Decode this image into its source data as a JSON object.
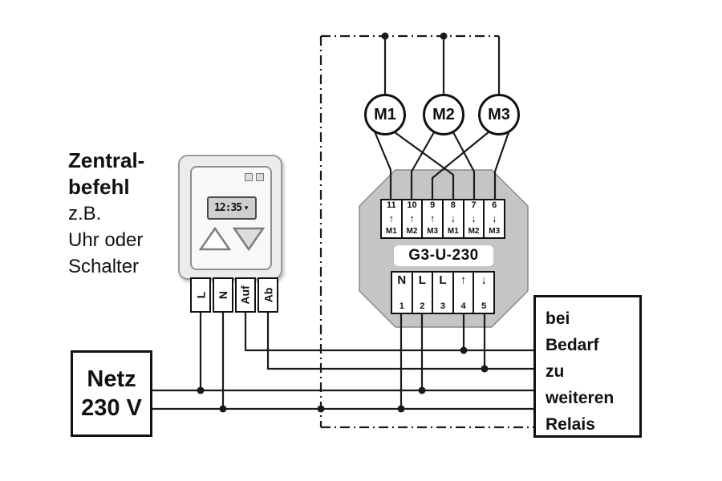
{
  "central": {
    "lines": [
      "Zentral-",
      "befehl",
      "z.B.",
      "Uhr oder",
      "Schalter"
    ]
  },
  "timer": {
    "display": "12:35",
    "indicator": "▼",
    "terminals": [
      "L",
      "N",
      "Auf",
      "Ab"
    ]
  },
  "power": {
    "lines": [
      "Netz",
      "230 V"
    ]
  },
  "motors": [
    "M1",
    "M2",
    "M3"
  ],
  "relay": {
    "model": "G3-U-230",
    "top_terminals": [
      {
        "number": "11",
        "arrow": "↑",
        "motor": "M1"
      },
      {
        "number": "10",
        "arrow": "↑",
        "motor": "M2"
      },
      {
        "number": "9",
        "arrow": "↑",
        "motor": "M3"
      },
      {
        "number": "8",
        "arrow": "↓",
        "motor": "M1"
      },
      {
        "number": "7",
        "arrow": "↓",
        "motor": "M2"
      },
      {
        "number": "6",
        "arrow": "↓",
        "motor": "M3"
      }
    ],
    "bottom_terminals": [
      {
        "label": "N",
        "number": "1"
      },
      {
        "label": "L",
        "number": "2"
      },
      {
        "label": "L",
        "number": "3"
      },
      {
        "label": "↑",
        "number": "4"
      },
      {
        "label": "↓",
        "number": "5"
      }
    ]
  },
  "note": {
    "lines": [
      "bei",
      "Bedarf",
      "zu",
      "weiteren",
      "Relais"
    ]
  },
  "colors": {
    "wire": "#1a1a1a",
    "module_fill": "#c5c5c5",
    "device_frame": "#ececec",
    "lcd_fill": "#cfcfcf"
  }
}
